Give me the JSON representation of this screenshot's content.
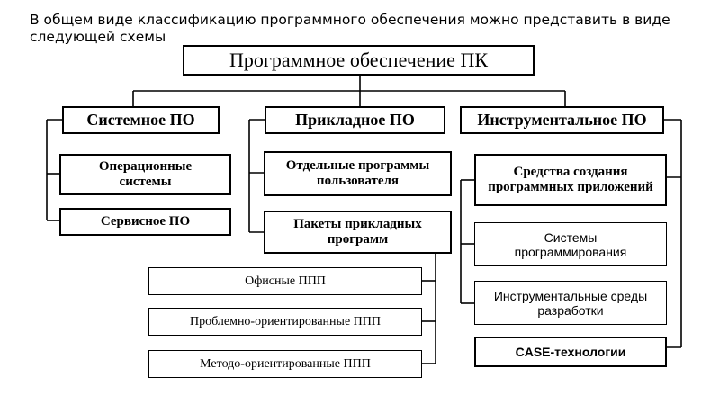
{
  "heading": "В общем виде классификацию программного обеспечения можно представить в виде следующей схемы",
  "root": "Программное обеспечение ПК",
  "system": {
    "title": "Системное ПО",
    "items": [
      "Операционные системы",
      "Сервисное ПО"
    ]
  },
  "applied": {
    "title": "Прикладное ПО",
    "items": [
      "Отдельные программы пользователя",
      "Пакеты прикладных программ"
    ],
    "packages": [
      "Офисные ППП",
      "Проблемно-ориентированные ППП",
      "Методо-ориентированные ППП"
    ]
  },
  "instrumental": {
    "title": "Инструментальное ПО",
    "items": [
      "Средства создания программных приложений",
      "Системы программирования",
      "Инструментальные среды разработки",
      "CASE-технологии"
    ]
  }
}
